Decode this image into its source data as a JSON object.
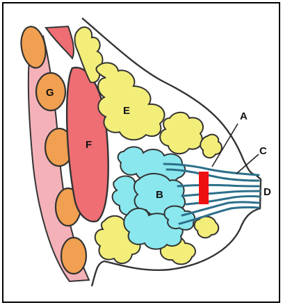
{
  "diagram": {
    "labels": {
      "A": "A",
      "B": "B",
      "C": "C",
      "D": "D",
      "E": "E",
      "F": "F",
      "G": "G"
    },
    "colors": {
      "frame": "#000000",
      "background": "#ffffff",
      "rib": "#f0a050",
      "intercostal": "#f4b2b8",
      "pectoralis": "#ee6e73",
      "fat": "#f3ee7a",
      "glandular_lobules": "#8ae7ee",
      "ducts": "#2c6f8a",
      "marker": "#ee1111",
      "outline": "#333333"
    }
  }
}
